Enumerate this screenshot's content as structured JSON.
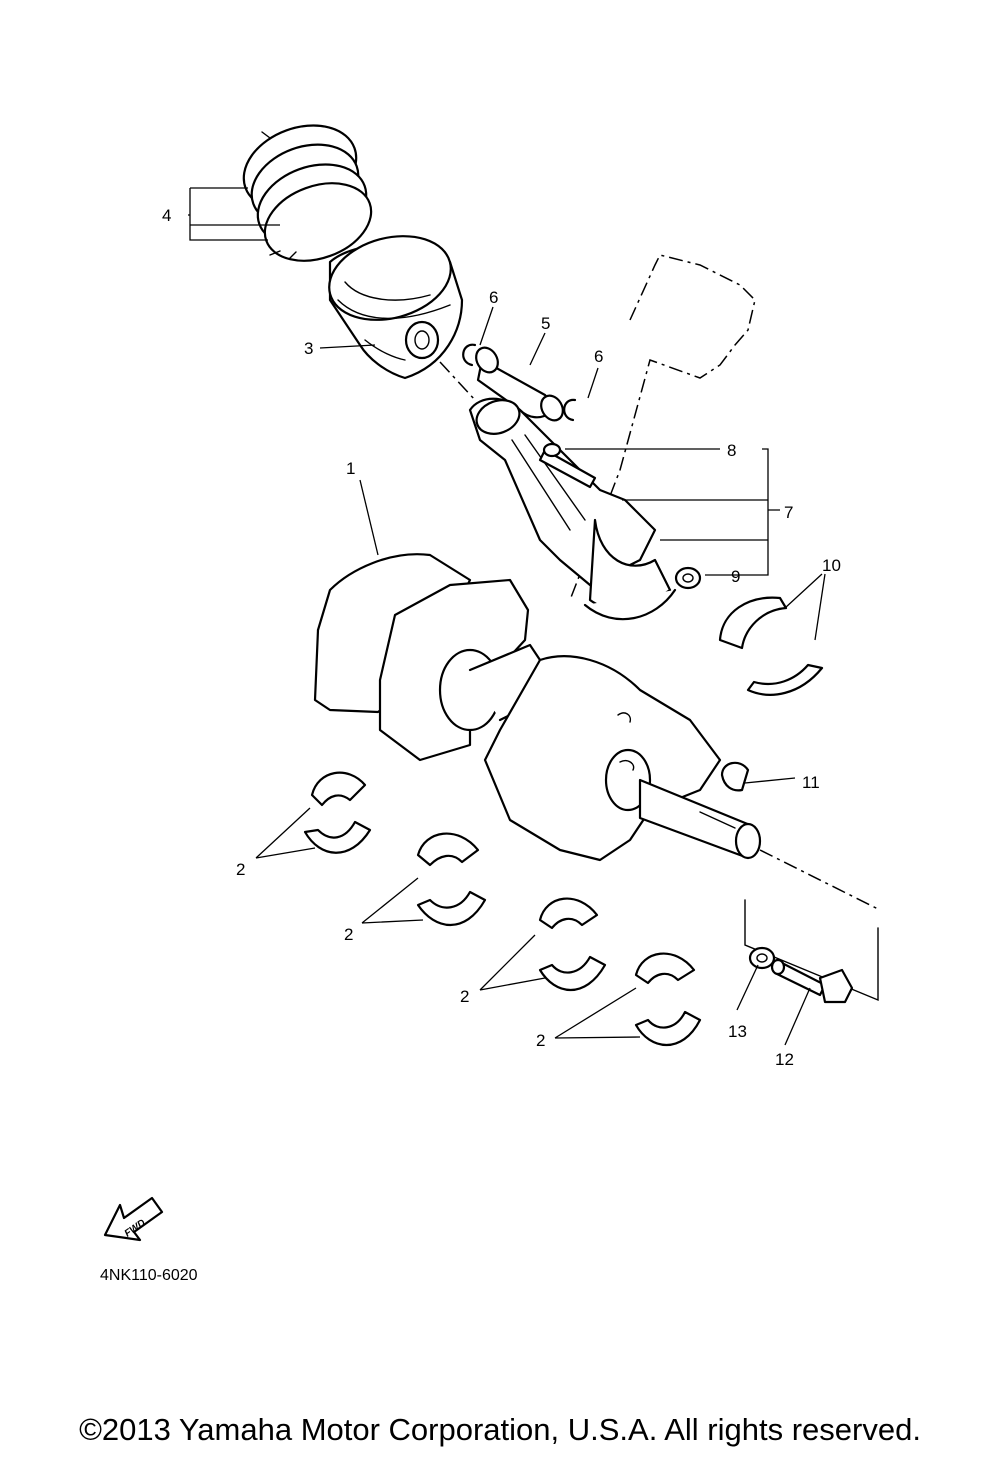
{
  "diagram": {
    "callouts": [
      {
        "id": "c4",
        "text": "4"
      },
      {
        "id": "c3",
        "text": "3"
      },
      {
        "id": "c6a",
        "text": "6"
      },
      {
        "id": "c5",
        "text": "5"
      },
      {
        "id": "c6b",
        "text": "6"
      },
      {
        "id": "c8",
        "text": "8"
      },
      {
        "id": "c7",
        "text": "7"
      },
      {
        "id": "c9",
        "text": "9"
      },
      {
        "id": "c1",
        "text": "1"
      },
      {
        "id": "c10",
        "text": "10"
      },
      {
        "id": "c11",
        "text": "11"
      },
      {
        "id": "c2a",
        "text": "2"
      },
      {
        "id": "c2b",
        "text": "2"
      },
      {
        "id": "c2c",
        "text": "2"
      },
      {
        "id": "c2d",
        "text": "2"
      },
      {
        "id": "c13",
        "text": "13"
      },
      {
        "id": "c12",
        "text": "12"
      }
    ],
    "fwd_label": "FWD",
    "diagram_code": "4NK110-6020"
  },
  "footer": {
    "copyright": "©2013 Yamaha Motor Corporation, U.S.A. All rights reserved."
  }
}
